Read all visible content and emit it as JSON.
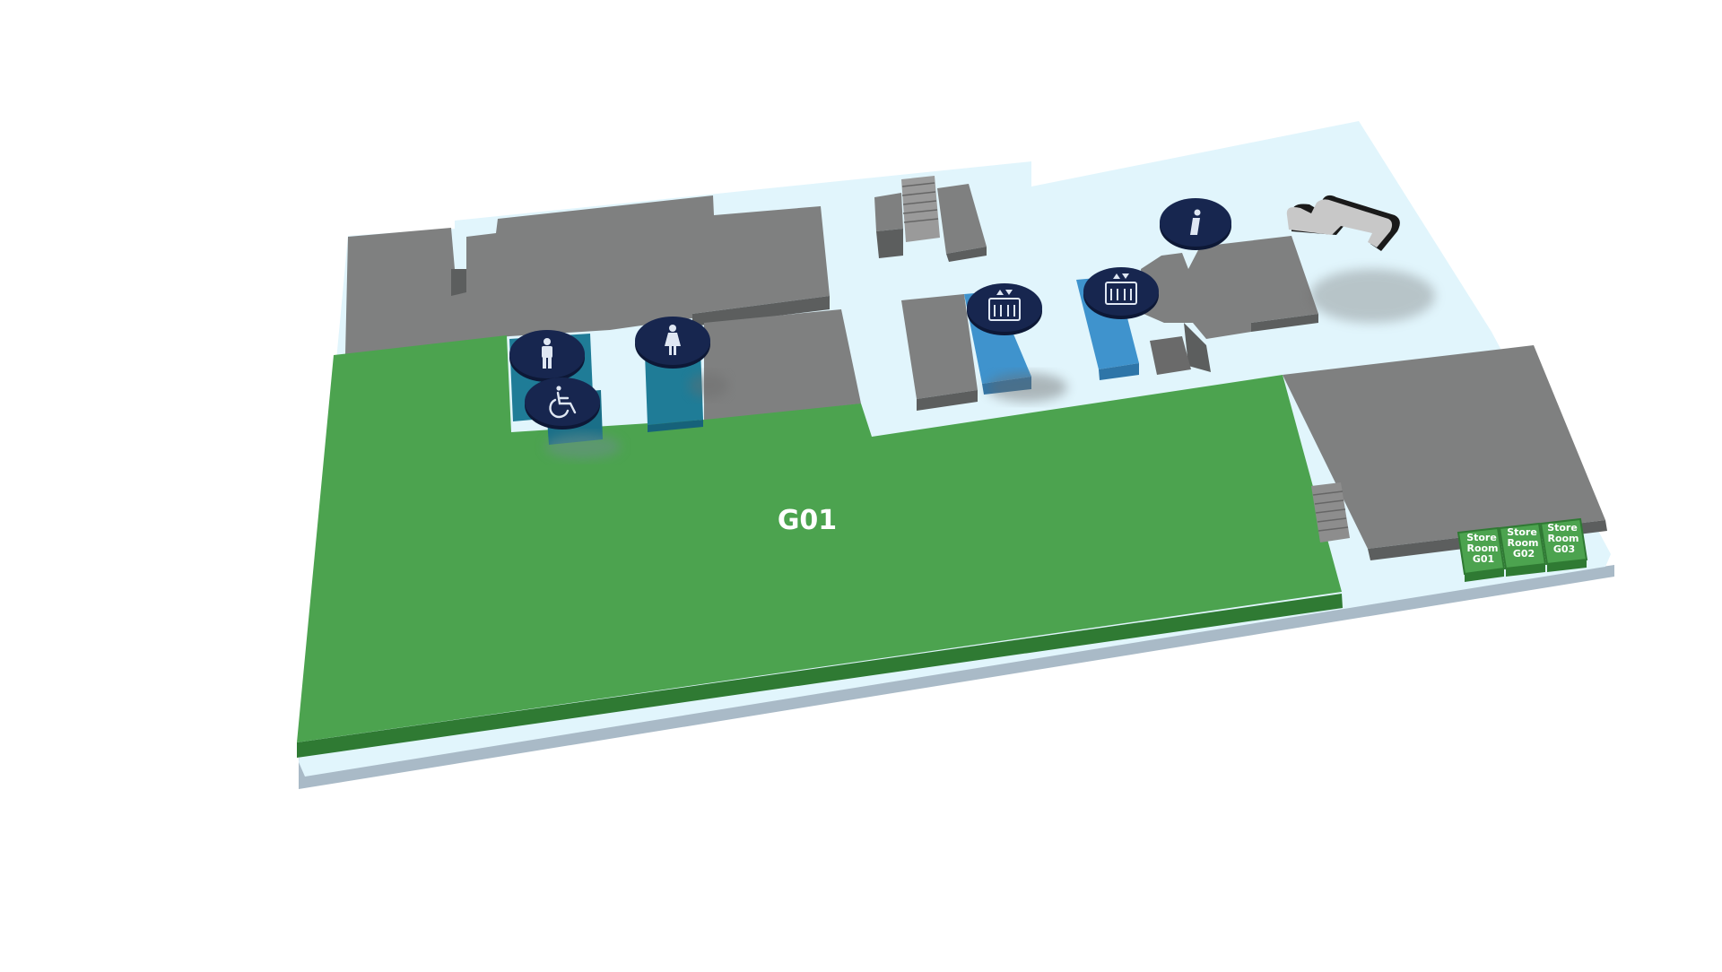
{
  "map": {
    "colors": {
      "floor": "#e1f5fc",
      "floor_edge": "#a9bac7",
      "floor_side": "#c3d3dd",
      "wall_top": "#7f8080",
      "wall_side": "#5c5e5e",
      "room_green": "#4ca34f",
      "room_green_side": "#2f7a33",
      "toilet_top": "#1f7c97",
      "lift_top": "#3f93cd",
      "poi_bg": "#17264f",
      "poi_fg": "#dfe7f3",
      "stair": "#8d8d8d",
      "escalator": "#c8c8c8"
    },
    "rooms": {
      "main_label": "G01",
      "store_rooms": [
        {
          "line1": "Store",
          "line2": "Room",
          "line3": "G01"
        },
        {
          "line1": "Store",
          "line2": "Room",
          "line3": "G02"
        },
        {
          "line1": "Store",
          "line2": "Room",
          "line3": "G03"
        }
      ]
    },
    "pois": [
      {
        "type": "male-toilet",
        "icon": "male-icon"
      },
      {
        "type": "accessible-toilet",
        "icon": "wheelchair-icon"
      },
      {
        "type": "female-toilet",
        "icon": "female-icon"
      },
      {
        "type": "lift",
        "icon": "lift-icon"
      },
      {
        "type": "lift",
        "icon": "lift-icon"
      },
      {
        "type": "information",
        "icon": "info-icon"
      }
    ]
  }
}
